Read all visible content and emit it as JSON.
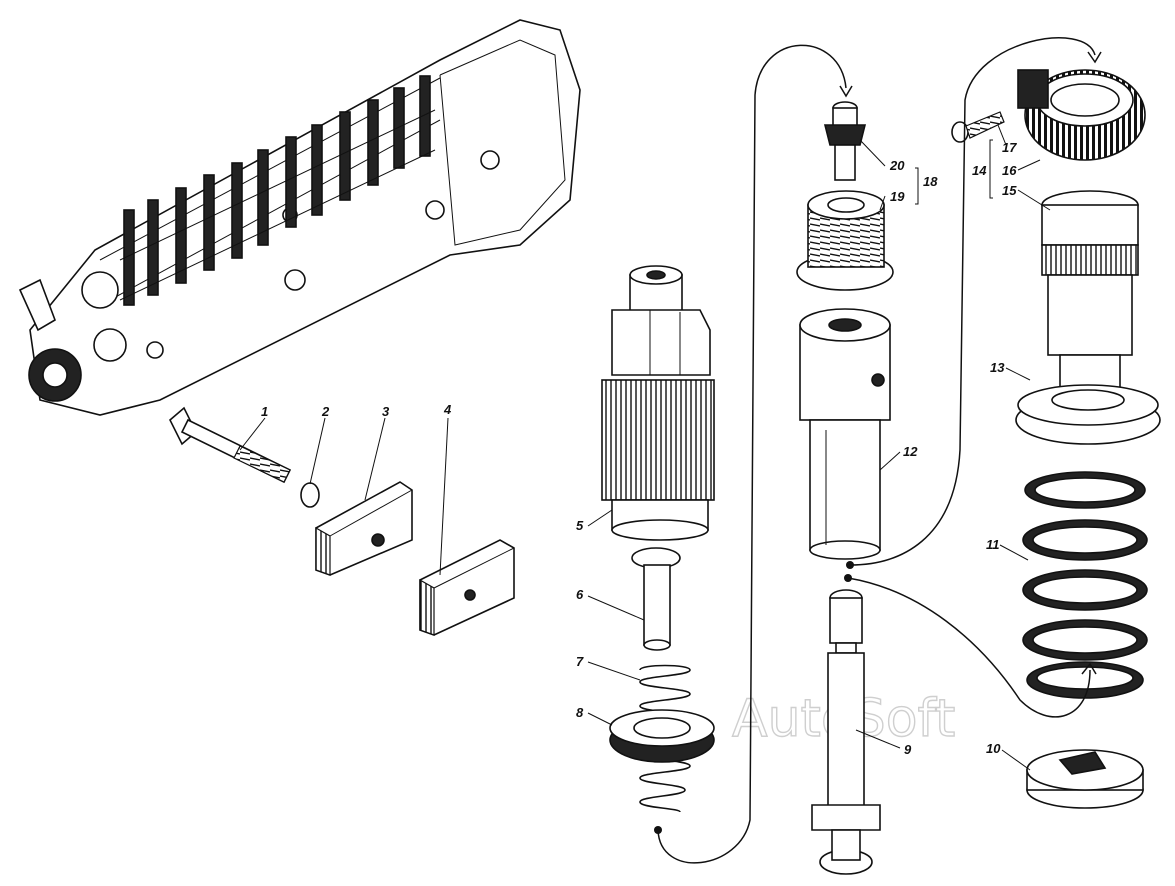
{
  "watermark": "AutoSoft",
  "callouts": [
    "1",
    "2",
    "3",
    "4",
    "5",
    "6",
    "7",
    "8",
    "9",
    "10",
    "11",
    "12",
    "13",
    "14",
    "15",
    "16",
    "17",
    "18",
    "19",
    "20"
  ],
  "colors": {
    "ink": "#111111",
    "paper": "#ffffff",
    "watermark": "#cfcfcf"
  }
}
